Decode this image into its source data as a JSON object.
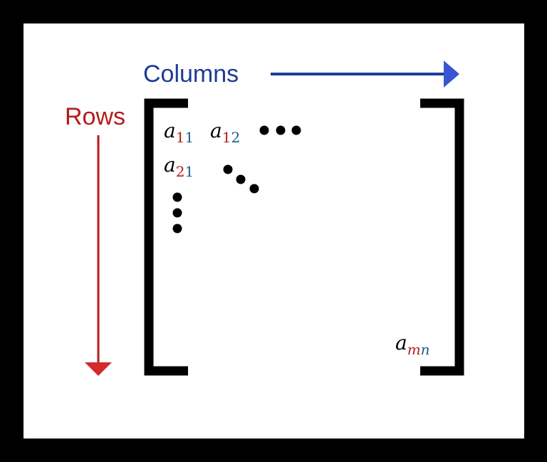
{
  "labels": {
    "columns": "Columns",
    "rows": "Rows"
  },
  "elements": {
    "a11": {
      "base": "a",
      "sub_row": "1",
      "sub_col": "1"
    },
    "a12": {
      "base": "a",
      "sub_row": "1",
      "sub_col": "2"
    },
    "a21": {
      "base": "a",
      "sub_row": "2",
      "sub_col": "1"
    },
    "amn": {
      "base": "a",
      "sub_row": "m",
      "sub_col": "n"
    }
  },
  "colors": {
    "background": "#000000",
    "canvas": "#ffffff",
    "columns": "#1c3c96",
    "columns_arrowhead": "#3a55d4",
    "rows": "#b81a1a",
    "rows_arrowhead": "#d42a2a",
    "bracket": "#000000",
    "index_row": "#b81a1a",
    "index_col": "#1c5a8c"
  },
  "icons": {
    "columns_arrow": "arrow-right-icon",
    "rows_arrow": "arrow-down-icon"
  }
}
